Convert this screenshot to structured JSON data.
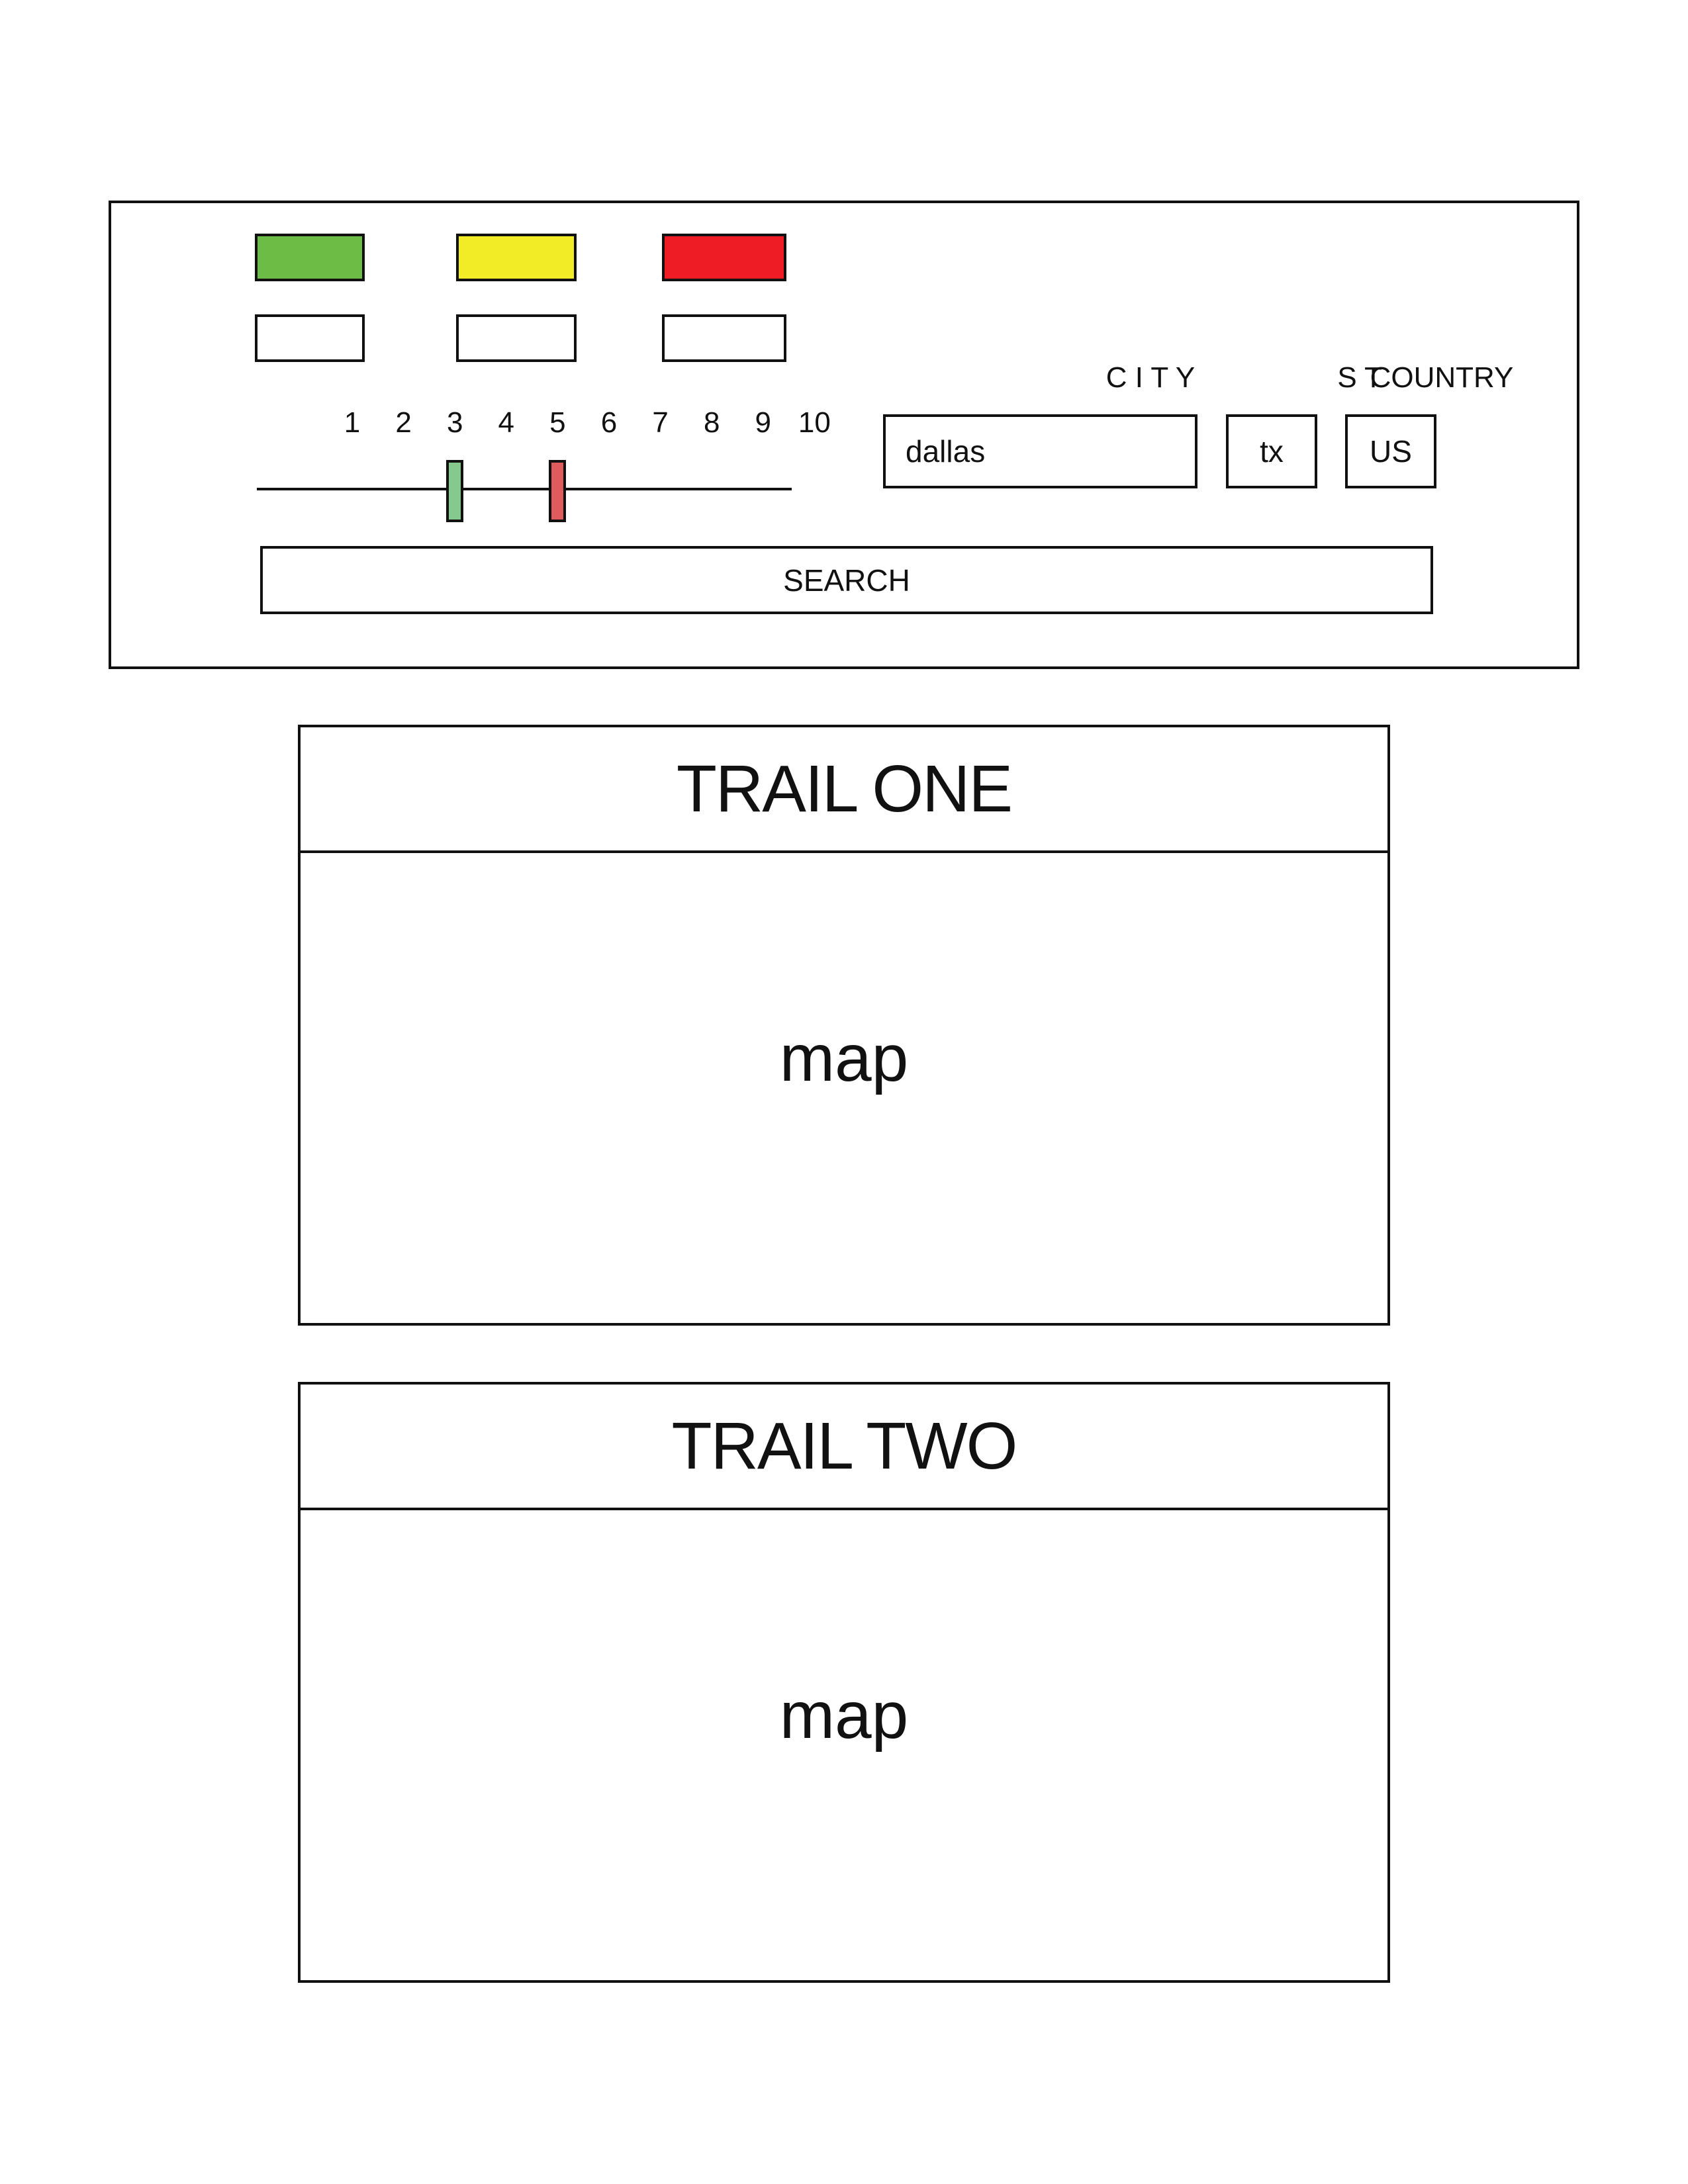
{
  "filters": {
    "difficulty": [
      {
        "color": "#6cbc45",
        "value": ""
      },
      {
        "color": "#f2ec27",
        "value": ""
      },
      {
        "color": "#ee1c25",
        "value": ""
      }
    ],
    "scale_ticks": [
      "1",
      "2",
      "3",
      "4",
      "5",
      "6",
      "7",
      "8",
      "9",
      "10"
    ],
    "range": {
      "min": 3,
      "max": 5,
      "min_color": "#86c98f",
      "max_color": "#e05b5b"
    },
    "location": {
      "city_label": "C I T Y",
      "city_value": "dallas",
      "state_label": "S T",
      "state_value": "tx",
      "country_label": "COUNTRY",
      "country_value": "US"
    },
    "search_label": "SEARCH"
  },
  "trails": [
    {
      "title": "TRAIL ONE",
      "map_label": "map"
    },
    {
      "title": "TRAIL TWO",
      "map_label": "map"
    }
  ]
}
